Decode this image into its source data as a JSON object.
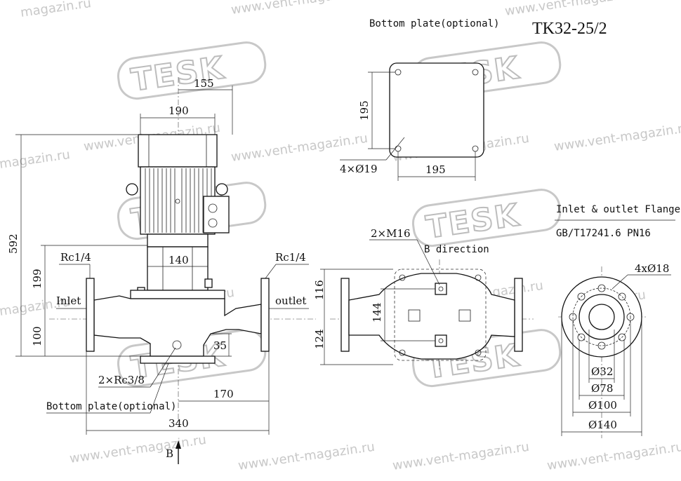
{
  "title": "TK32-25/2",
  "watermark": {
    "url_text": "www.vent-magazin.ru",
    "short_text": "magazin.ru",
    "logo_text": "TESK"
  },
  "labels": {
    "bottom_plate_top": "Bottom plate(optional)",
    "bottom_plate_bottom": "Bottom plate(optional)",
    "flange_title": "Inlet & outlet Flange",
    "flange_standard": "GB/T17241.6   PN16",
    "m16": "2×M16",
    "b_direction": "B direction",
    "b_arrow": "B",
    "rc_left": "Rc1/4",
    "rc_right": "Rc1/4",
    "inlet": "Inlet",
    "outlet": "outlet",
    "rc38": "2×Rc3/8",
    "holes_plate": "4×Ø19",
    "holes_flange": "4xØ18"
  },
  "dimensions": {
    "d155": "155",
    "d190": "190",
    "d592": "592",
    "d199": "199",
    "d100": "100",
    "d140": "140",
    "d35": "35",
    "d170": "170",
    "d340": "340",
    "plate_h": "195",
    "plate_w": "195",
    "d116": "116",
    "d144": "144",
    "d124": "124",
    "f32": "Ø32",
    "f78": "Ø78",
    "f100": "Ø100",
    "f140": "Ø140"
  }
}
